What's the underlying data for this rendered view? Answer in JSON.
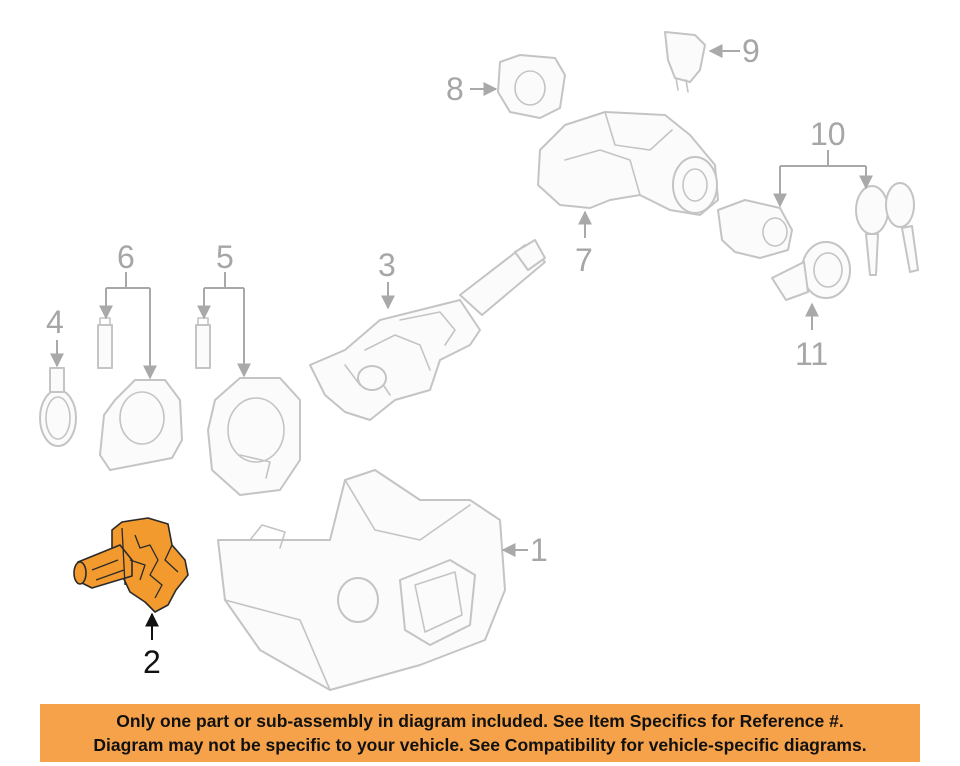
{
  "callouts": {
    "c1": "1",
    "c2": "2",
    "c3": "3",
    "c4": "4",
    "c5": "5",
    "c6": "6",
    "c7": "7",
    "c8": "8",
    "c9": "9",
    "c10": "10",
    "c11": "11"
  },
  "highlighted_callout": "2",
  "colors": {
    "highlight_fill": "#f29a2e",
    "banner_background": "#f5a24a",
    "part_line": "#c4c4c4",
    "callout_gray": "#a6a6a6"
  },
  "notice": {
    "line1": "Only one part or sub-assembly in diagram included. See Item Specifics for Reference #.",
    "line2": "Diagram may not be specific to your vehicle. See Compatibility for vehicle-specific diagrams."
  }
}
